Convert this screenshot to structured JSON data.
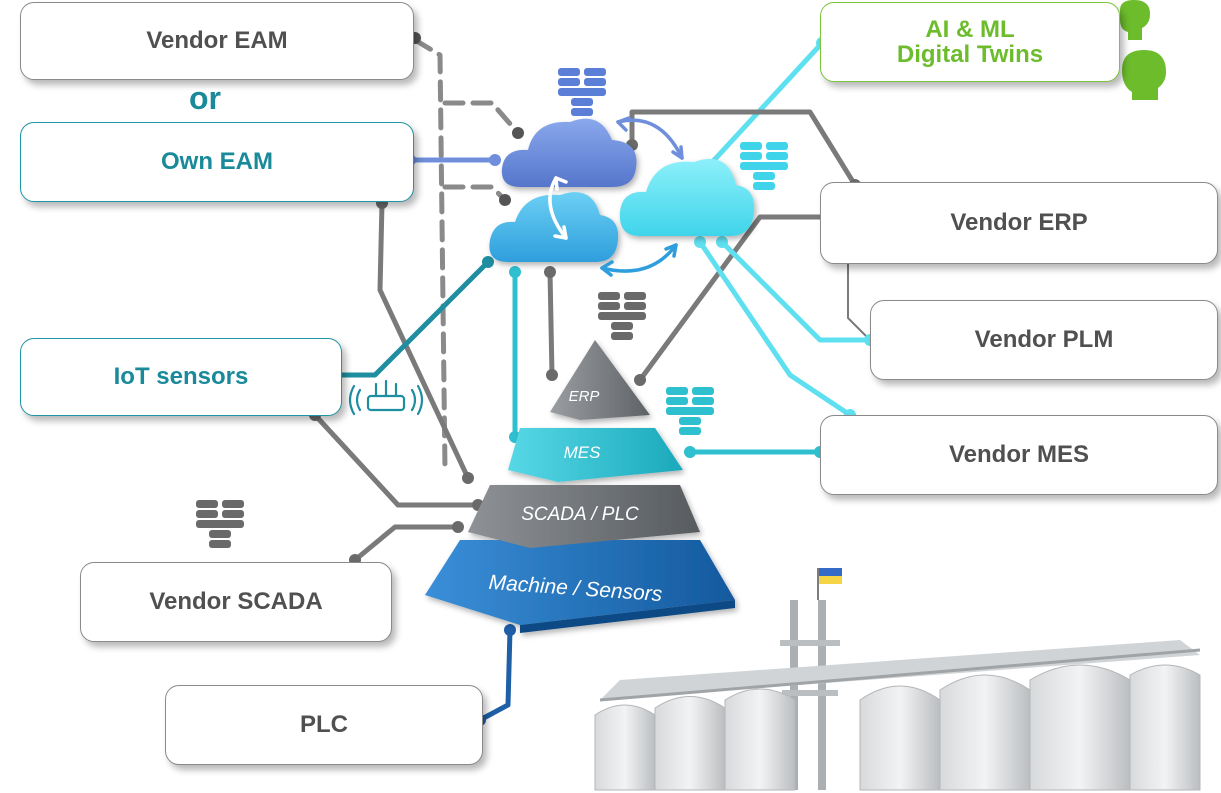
{
  "boxes": {
    "vendor_eam": "Vendor EAM",
    "or": "or",
    "own_eam": "Own EAM",
    "iot_sensors": "IoT sensors",
    "vendor_scada": "Vendor SCADA",
    "plc": "PLC",
    "ai_ml_line1": "AI & ML",
    "ai_ml_line2": "Digital Twins",
    "vendor_erp": "Vendor ERP",
    "vendor_plm": "Vendor PLM",
    "vendor_mes": "Vendor MES"
  },
  "pyramid": {
    "erp": "ERP",
    "mes": "MES",
    "scada_plc": "SCADA / PLC",
    "machine_sensors": "Machine / Sensors"
  },
  "colors": {
    "teal": "#1f95a4",
    "green": "#7cc43c",
    "gray_line": "#7a7a7a",
    "cloud_blue": "#6f8fdc",
    "cloud_sky": "#4db8e8",
    "cloud_cyan": "#5fe0f0",
    "pyramid_gray": "#6f7376",
    "pyramid_teal": "#2fc0d0",
    "pyramid_blue": "#1e6fb8"
  }
}
